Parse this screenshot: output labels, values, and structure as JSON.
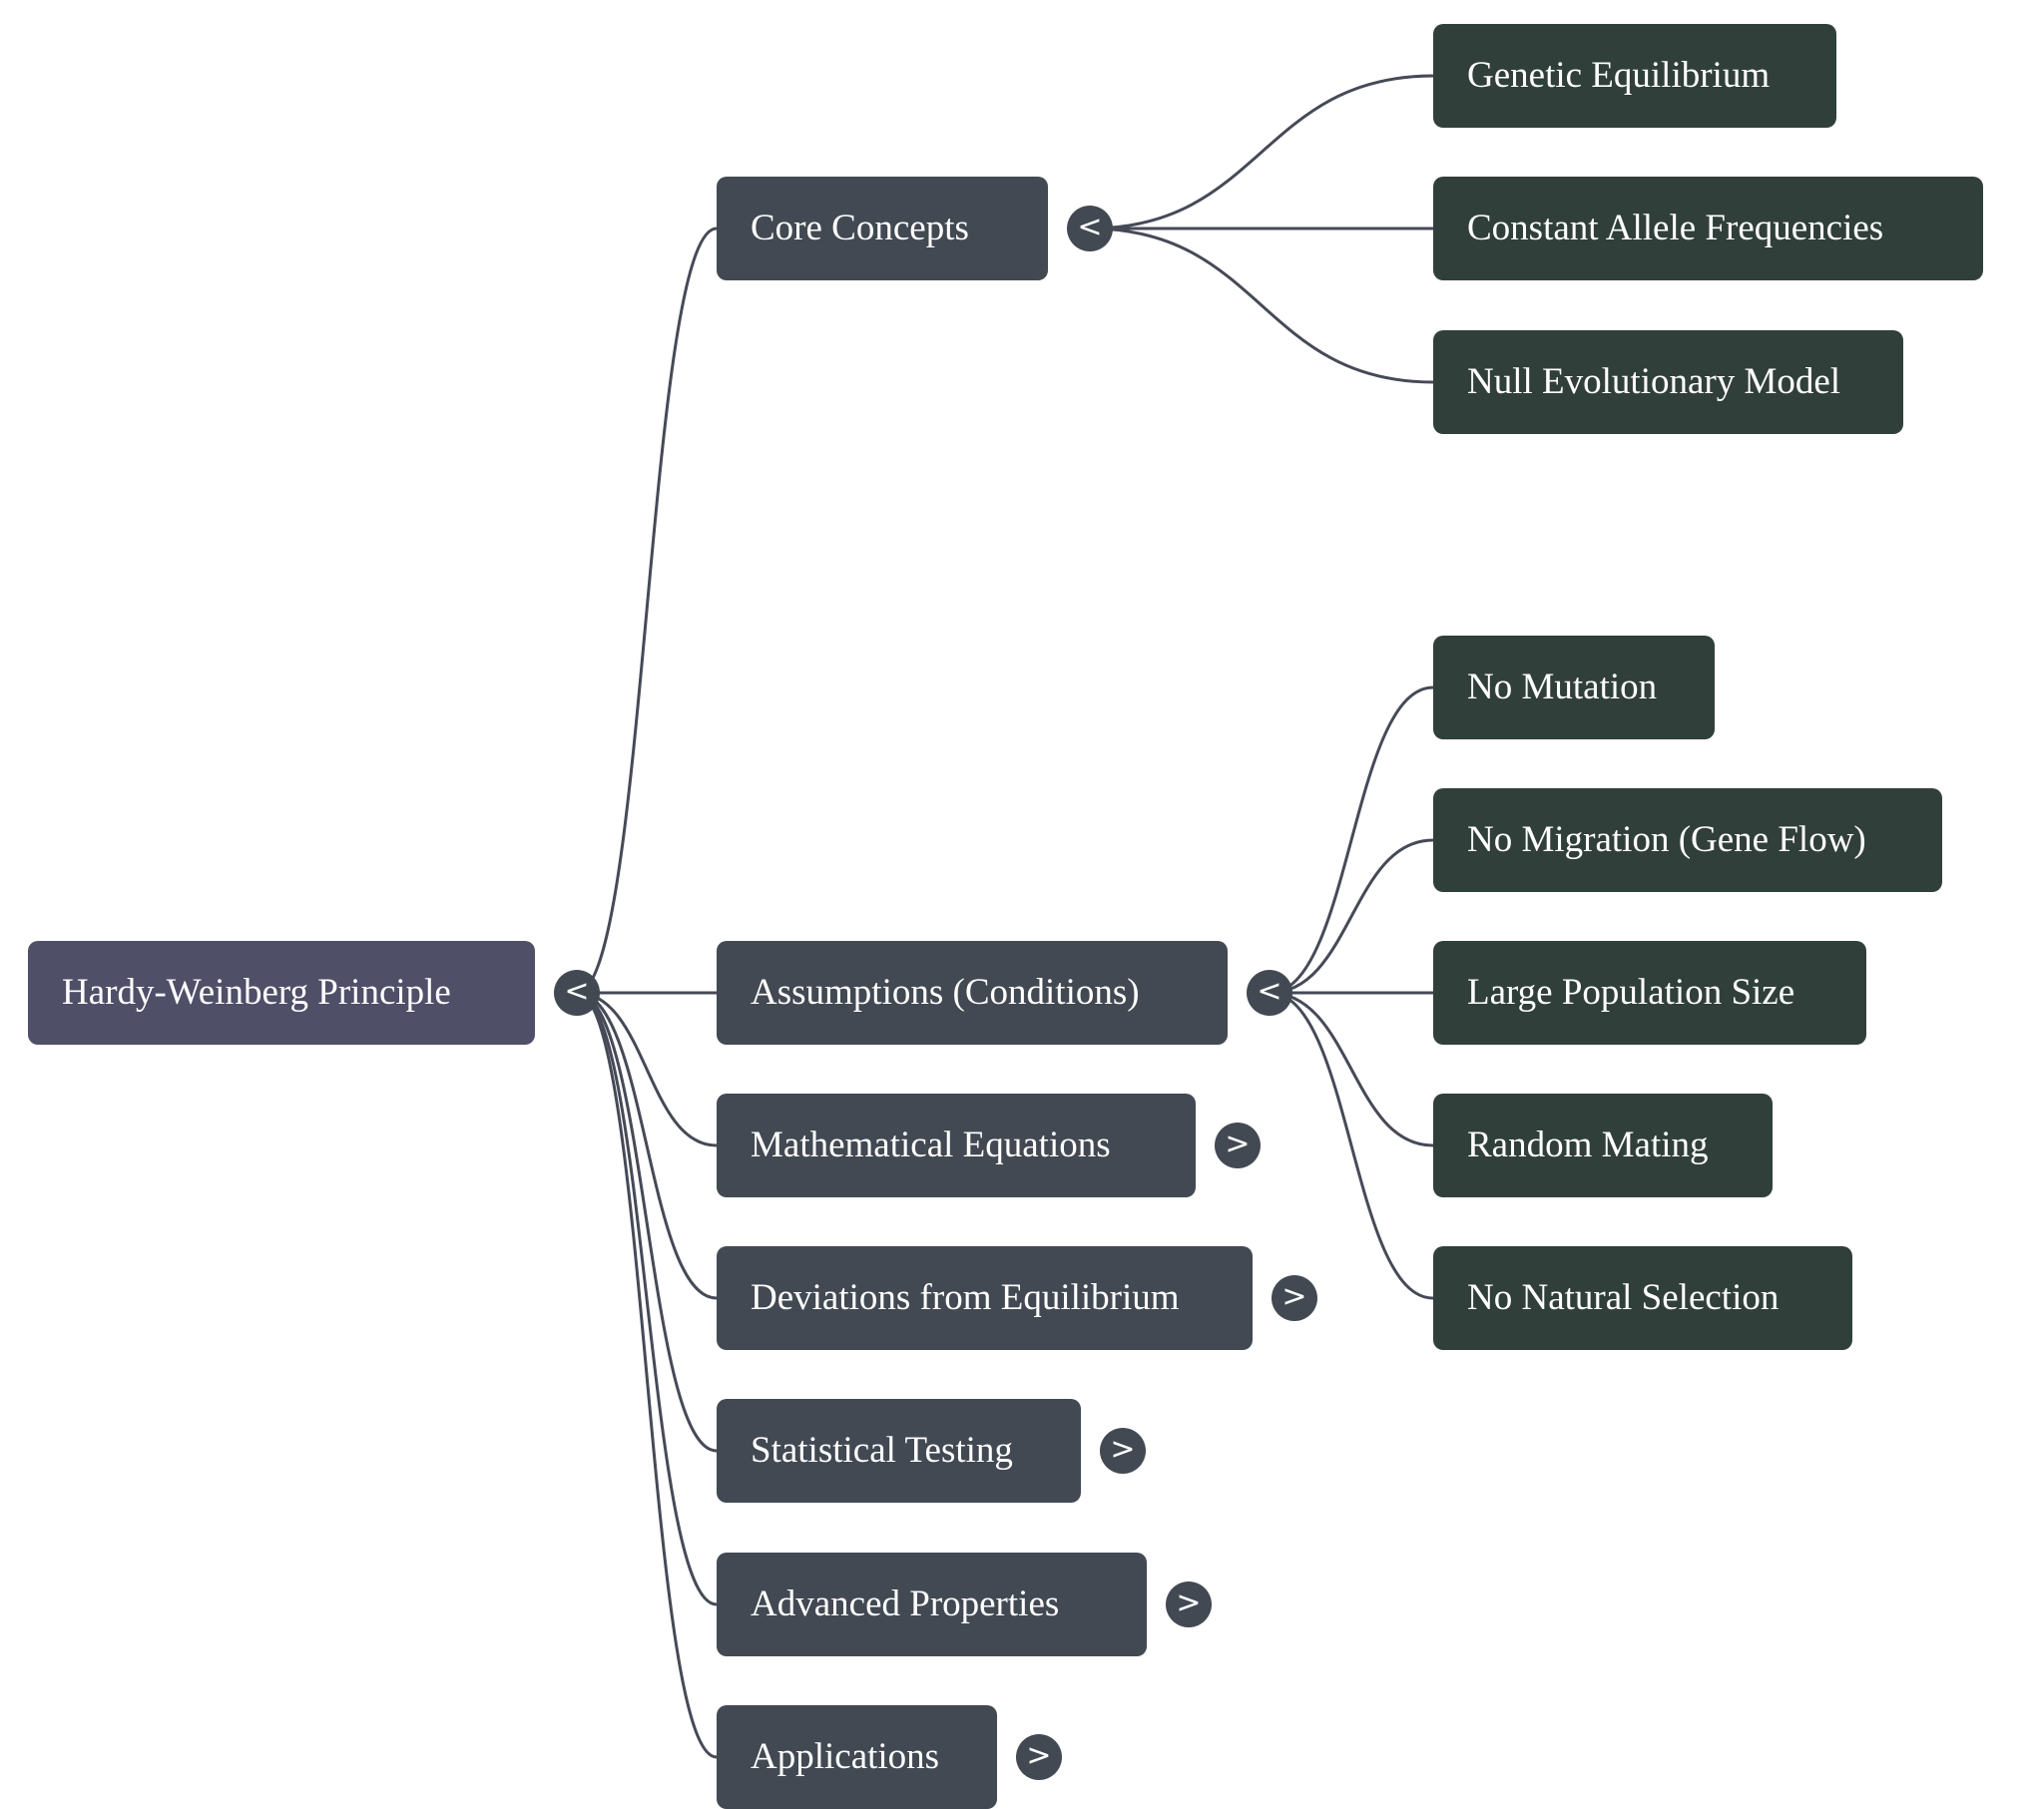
{
  "mindmap": {
    "root": {
      "label": "Hardy-Weinberg Principle",
      "toggle_icon": "collapse-chevron-left-icon",
      "toggle_glyph": "<"
    },
    "branches": [
      {
        "label": "Core Concepts",
        "expanded": true,
        "toggle_glyph": "<",
        "children": [
          "Genetic Equilibrium",
          "Constant Allele Frequencies",
          "Null Evolutionary Model"
        ]
      },
      {
        "label": "Assumptions (Conditions)",
        "expanded": true,
        "toggle_glyph": "<",
        "children": [
          "No Mutation",
          "No Migration (Gene Flow)",
          "Large Population Size",
          "Random Mating",
          "No Natural Selection"
        ]
      },
      {
        "label": "Mathematical Equations",
        "expanded": false,
        "toggle_glyph": ">",
        "children": []
      },
      {
        "label": "Deviations from Equilibrium",
        "expanded": false,
        "toggle_glyph": ">",
        "children": []
      },
      {
        "label": "Statistical Testing",
        "expanded": false,
        "toggle_glyph": ">",
        "children": []
      },
      {
        "label": "Advanced Properties",
        "expanded": false,
        "toggle_glyph": ">",
        "children": []
      },
      {
        "label": "Applications",
        "expanded": false,
        "toggle_glyph": ">",
        "children": []
      }
    ]
  },
  "colors": {
    "root_fill": "#4f4f68",
    "branch_fill": "#424952",
    "leaf_fill": "#313f3b",
    "link_stroke": "#464a57",
    "text": "#ffffff"
  }
}
